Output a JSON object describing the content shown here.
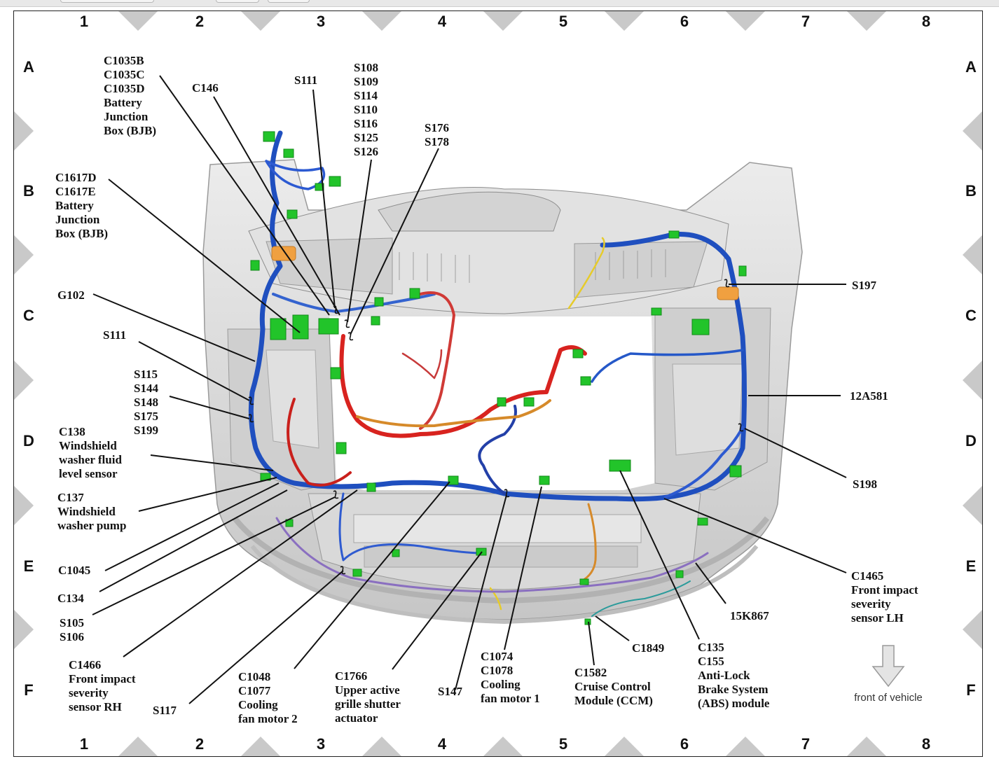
{
  "grid": {
    "columns": [
      "1",
      "2",
      "3",
      "4",
      "5",
      "6",
      "7",
      "8"
    ],
    "rows": [
      "A",
      "B",
      "C",
      "D",
      "E",
      "F"
    ]
  },
  "note": "front of vehicle",
  "colors": {
    "harness_blue": "#1f4fbf",
    "harness_red": "#d8231f",
    "harness_orange": "#d68a2a",
    "harness_purple": "#8a6fc0",
    "connector_green": "#22c42a",
    "splice_orange": "#f0a040",
    "vehicle_gray": "#d4d4d4"
  },
  "labels": {
    "bjb1": [
      "C1035B",
      "C1035C",
      "C1035D",
      "Battery",
      "Junction",
      "Box (BJB)"
    ],
    "c146": [
      "C146"
    ],
    "s111_top": [
      "S111"
    ],
    "splices_top": [
      "S108",
      "S109",
      "S114",
      "S110",
      "S116",
      "S125",
      "S126"
    ],
    "s176": [
      "S176",
      "S178"
    ],
    "bjb2": [
      "C1617D",
      "C1617E",
      "Battery",
      "Junction",
      "Box (BJB)"
    ],
    "g102": [
      "G102"
    ],
    "s111_left": [
      "S111"
    ],
    "splices_left": [
      "S115",
      "S144",
      "S148",
      "S175",
      "S199"
    ],
    "c138": [
      "C138",
      "Windshield",
      "washer fluid",
      "level sensor"
    ],
    "c137": [
      "C137",
      "Windshield",
      "washer pump"
    ],
    "c1045": [
      "C1045"
    ],
    "c134": [
      "C134"
    ],
    "s105": [
      "S105",
      "S106"
    ],
    "c1466": [
      "C1466",
      "Front impact",
      "severity",
      "sensor RH"
    ],
    "s117": [
      "S117"
    ],
    "c1048": [
      "C1048",
      "C1077",
      "Cooling",
      "fan motor 2"
    ],
    "c1766": [
      "C1766",
      "Upper active",
      "grille shutter",
      "actuator"
    ],
    "s147": [
      "S147"
    ],
    "c1074": [
      "C1074",
      "C1078",
      "Cooling",
      "fan motor 1"
    ],
    "c1582": [
      "C1582",
      "Cruise Control",
      "Module (CCM)"
    ],
    "c1849": [
      "C1849"
    ],
    "c135": [
      "C135",
      "C155",
      "Anti-Lock",
      "Brake System",
      "(ABS) module"
    ],
    "k867": [
      "15K867"
    ],
    "c1465": [
      "C1465",
      "Front impact",
      "severity",
      "sensor LH"
    ],
    "s198": [
      "S198"
    ],
    "a581": [
      "12A581"
    ],
    "s197": [
      "S197"
    ]
  }
}
